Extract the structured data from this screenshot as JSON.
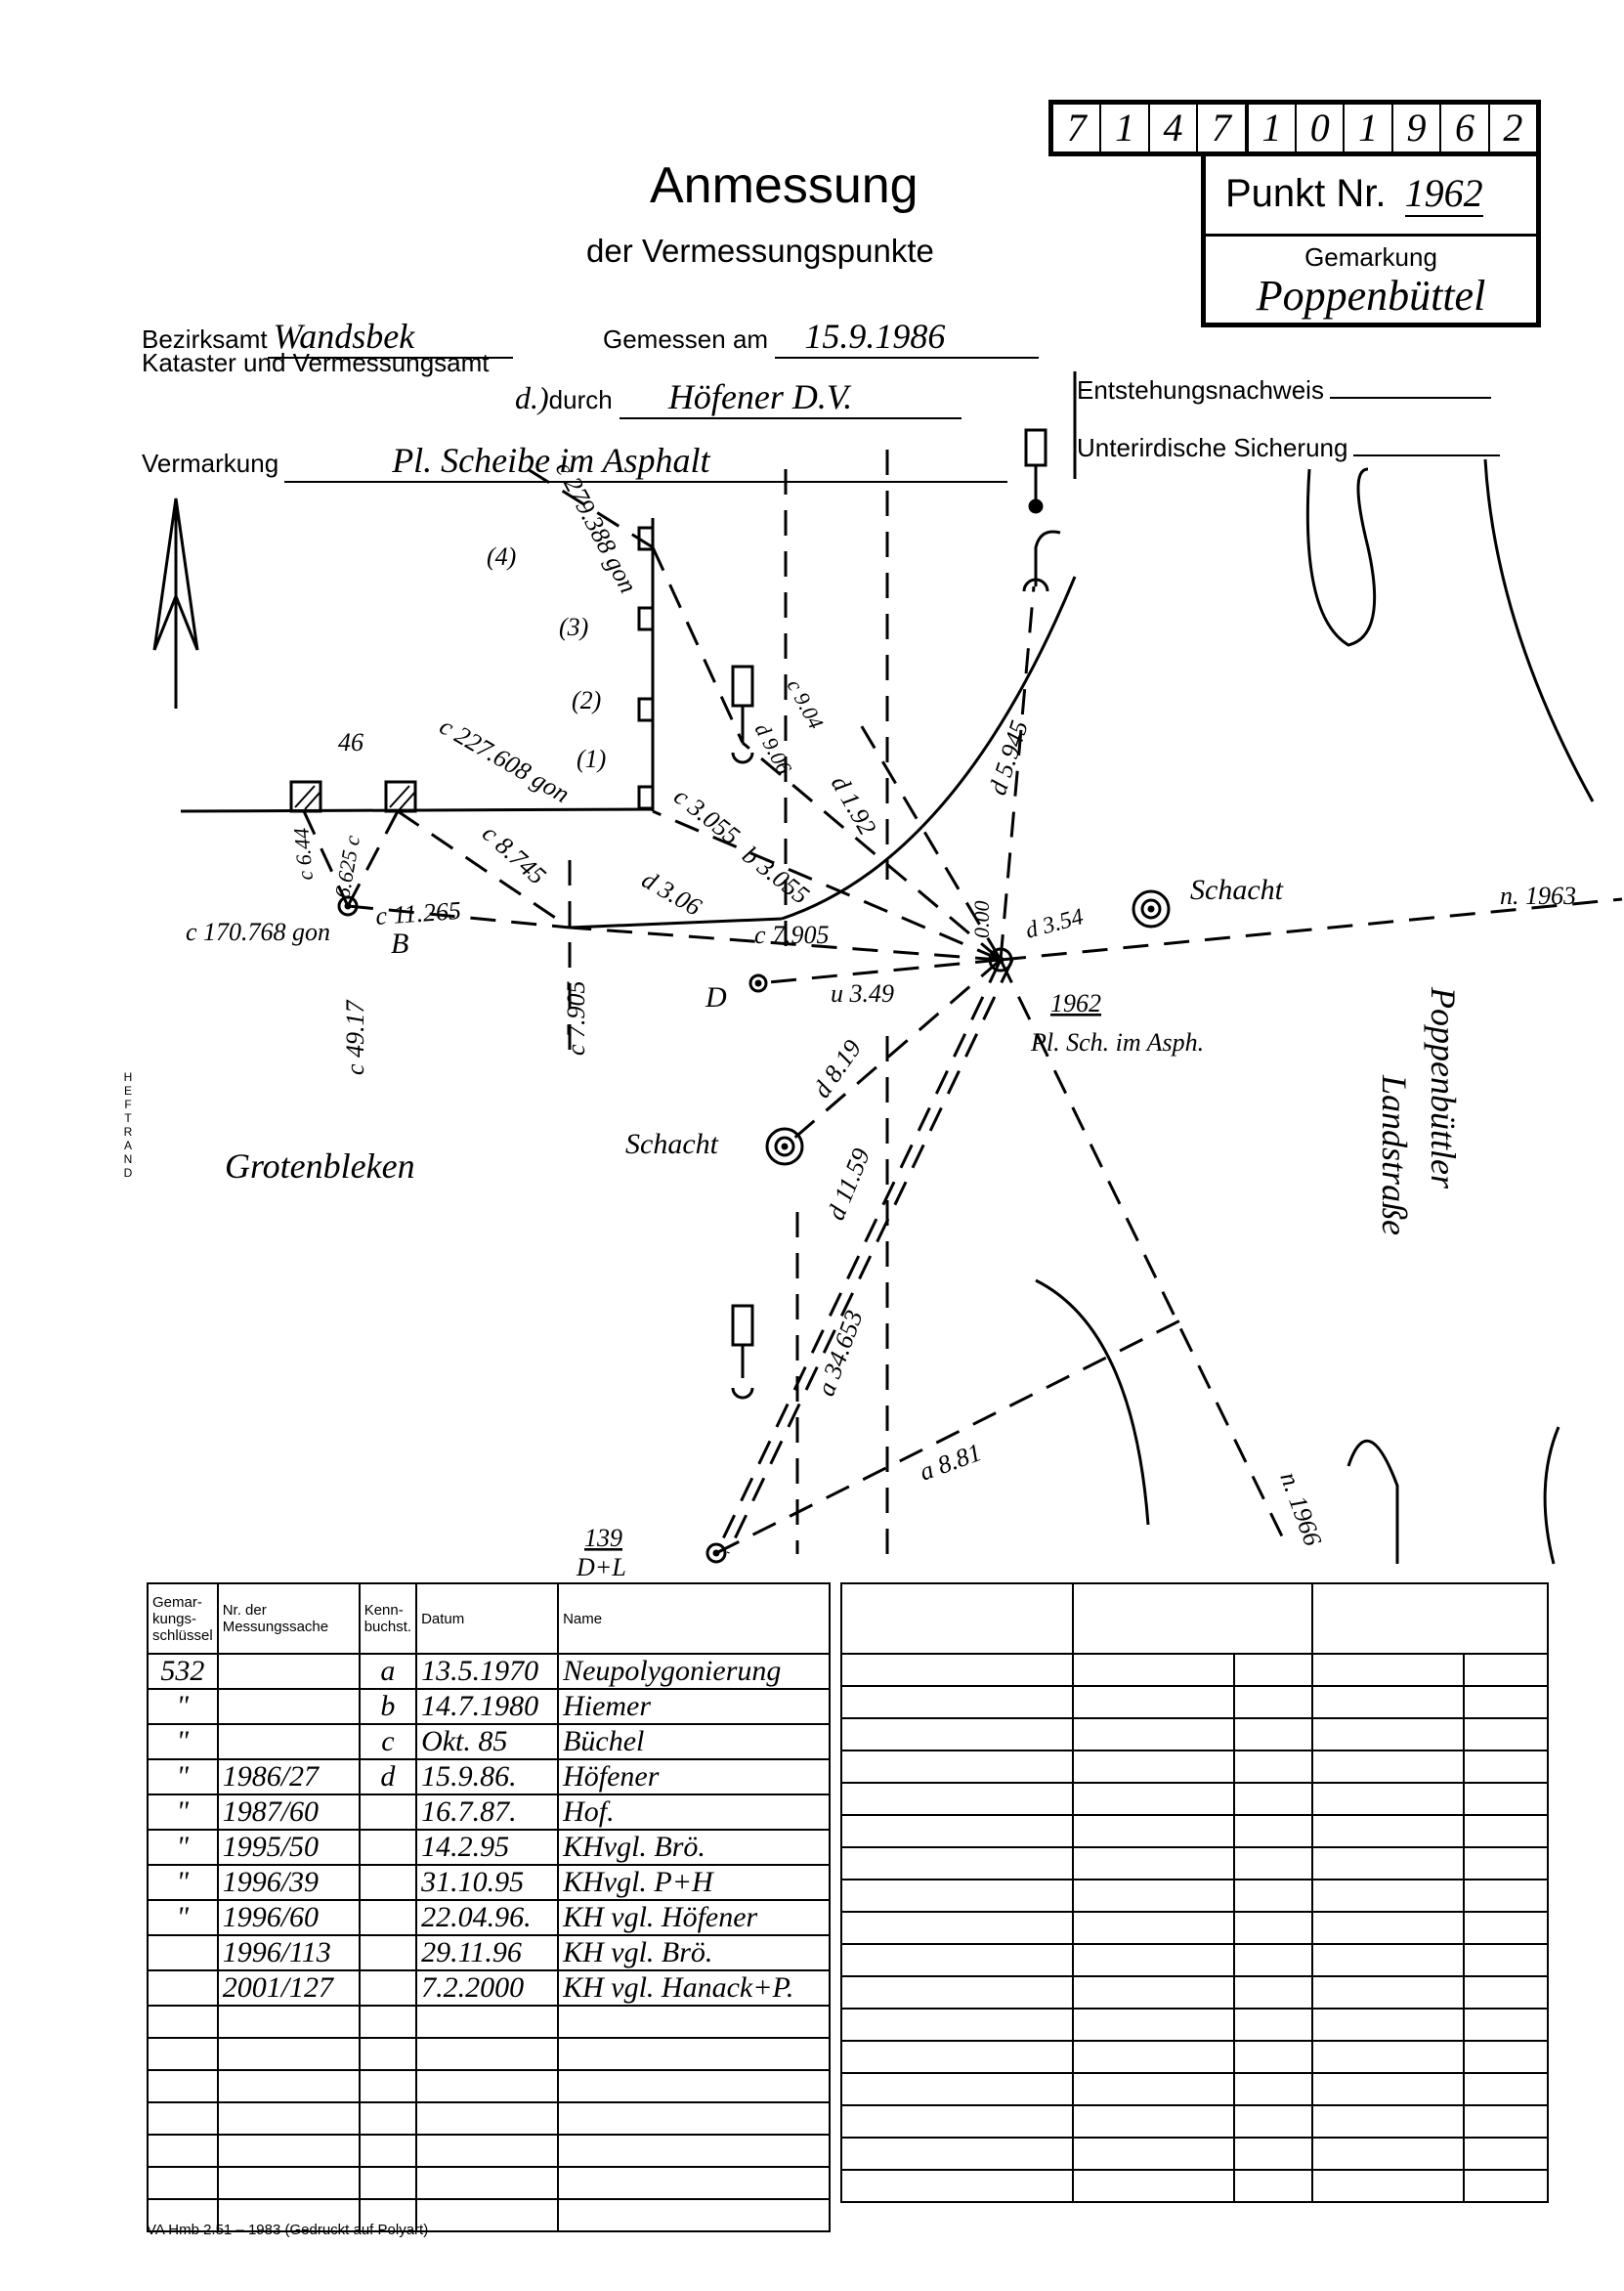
{
  "header": {
    "title": "Anmessung",
    "subtitle": "der Vermessungspunkte",
    "number_digits": [
      "7",
      "1",
      "4",
      "7",
      "1",
      "0",
      "1",
      "9",
      "6",
      "2"
    ],
    "punkt_label": "Punkt Nr.",
    "punkt_value": "1962",
    "gemarkung_label": "Gemarkung",
    "gemarkung_value": "Poppenbüttel"
  },
  "form": {
    "bezirksamt_label": "Bezirksamt",
    "bezirksamt_value": "Wandsbek",
    "kataster_label": "Kataster und Vermessungsamt",
    "gemessen_label": "Gemessen am",
    "gemessen_value": "15.9.1986",
    "durch_prefix": "d.)",
    "durch_label": "durch",
    "durch_value": "Höfener D.V.",
    "entstehung_label": "Entstehungsnachweis",
    "vermarkung_label": "Vermarkung",
    "vermarkung_value": "Pl. Scheibe im Asphalt",
    "sicherung_label": "Unterirdische Sicherung"
  },
  "sketch": {
    "labels": {
      "p4": "(4)",
      "p3": "(3)",
      "p2": "(2)",
      "p1": "(1)",
      "c279": "c 279.388 gon",
      "n46": "46",
      "c227": "c 227.608 gon",
      "c644": "c 6.44",
      "c6625": "6.625 c",
      "c8745": "c 8.745",
      "c11265": "c 11.265",
      "c170": "c 170.768 gon",
      "B": "B",
      "c7905v": "c 7.905",
      "c4917": "c 49.17",
      "c3055": "c 3.055",
      "b3055": "b 3.055",
      "d306": "d 3.06",
      "c7905": "c 7.905",
      "c904": "c 9.04",
      "d906": "d 9.06",
      "d192": "d 1.92",
      "d5945": "d 5.945",
      "zero": "0.00",
      "d354": "d 3.54",
      "schacht1": "Schacht",
      "n1963": "n. 1963",
      "D": "D",
      "u349": "u 3.49",
      "p1962": "1962",
      "pl": "Pl. Sch. im Asph.",
      "d819": "d 8.19",
      "schacht2": "Schacht",
      "street1": "Grotenbleken",
      "d1159": "d 11.59",
      "street2a": "Poppenbüttler",
      "street2b": "Landstraße",
      "a34653": "a 34.653",
      "a881": "a 8.81",
      "n1966": "n. 1966",
      "n139": "139",
      "dl": "D+L"
    },
    "heftrand": "HEFTRAND"
  },
  "table": {
    "headers": [
      "Gemar-\nkungs-\nschlüssel",
      "Nr. der\nMessungssache",
      "Kenn-\nbuchst.",
      "Datum",
      "Name"
    ],
    "rows": [
      [
        "532",
        "",
        "a",
        "13.5.1970",
        "Neupolygonierung"
      ],
      [
        "\"",
        "",
        "b",
        "14.7.1980",
        "Hiemer"
      ],
      [
        "\"",
        "",
        "c",
        "Okt. 85",
        "Büchel"
      ],
      [
        "\"",
        "1986/27",
        "d",
        "15.9.86.",
        "Höfener"
      ],
      [
        "\"",
        "1987/60",
        "",
        "16.7.87.",
        "Hof."
      ],
      [
        "\"",
        "1995/50",
        "",
        "14.2.95",
        "KHvgl. Brö."
      ],
      [
        "\"",
        "1996/39",
        "",
        "31.10.95",
        "KHvgl. P+H"
      ],
      [
        "\"",
        "1996/60",
        "",
        "22.04.96.",
        "KH vgl. Höfener"
      ],
      [
        "",
        "1996/113",
        "",
        "29.11.96",
        "KH vgl. Brö."
      ],
      [
        "",
        "2001/127",
        "",
        "7.2.2000",
        "KH vgl. Hanack+P."
      ]
    ],
    "blank_rows": 7
  },
  "footer": "VA Hmb 2.51 – 1983 (Gedruckt auf Polyart)"
}
